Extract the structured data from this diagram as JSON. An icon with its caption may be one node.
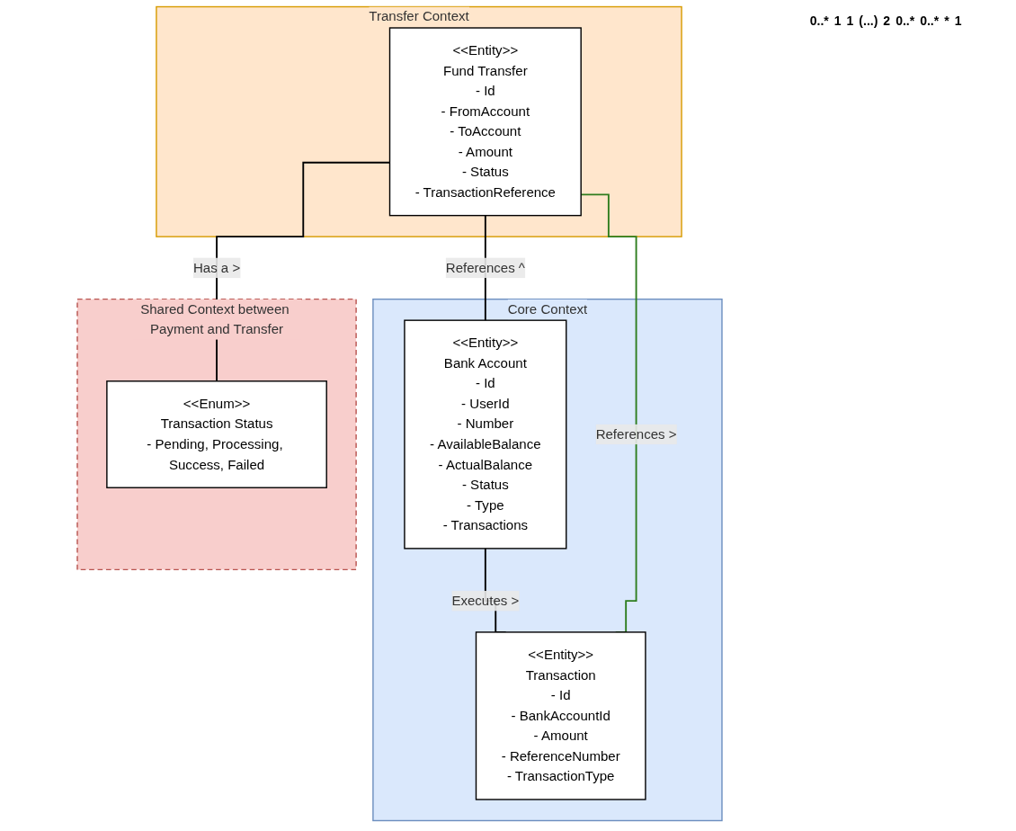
{
  "diagram": {
    "nodes": [
      {
        "text": [
          "Core Context"
        ]
      },
      {
        "text": [
          "<<Entity>>",
          "Bank Account",
          "- Id",
          "- UserId",
          "- Number",
          "- AvailableBalance",
          "- ActualBalance",
          "- Status",
          "- Type",
          "- Transactions"
        ],
        "in": 0
      },
      {
        "text": [
          "<<Entity>>",
          "Transaction",
          "- Id",
          "- BankAccountId",
          "- Amount",
          "- ReferenceNumber",
          "- TransactionType"
        ],
        "in": 0
      },
      {
        "text": [
          "Transfer Context"
        ]
      },
      {
        "text": [
          "<<Entity>>",
          "Fund Transfer",
          "- Id",
          "- FromAccount",
          "- ToAccount",
          "- Amount",
          "- Status",
          "- TransactionReference"
        ],
        "in": 3
      },
      {
        "text": [
          "Shared Context between Payment and Transfer"
        ]
      },
      {
        "text": [
          "<<Enum>>",
          "Transaction Status",
          "- Pending, Processing, Success, Failed"
        ],
        "in": 5
      }
    ],
    "edges": [
      {
        "from": 1,
        "to": 2,
        "arrow": "none",
        "label": "Executes >"
      },
      {
        "from": 4,
        "to": 1,
        "arrow": "none",
        "label": "References ^"
      },
      {
        "from": 4,
        "to": 2,
        "arrow": "none",
        "label": "References >",
        "color": "#2e7d1e"
      },
      {
        "from": 4,
        "to": 6,
        "arrow": "none",
        "label": "Has a >"
      }
    ],
    "labels": [
      "0..*",
      "1",
      "1",
      "(...)",
      "2",
      "0..*",
      "0..*",
      "*",
      "1"
    ]
  }
}
